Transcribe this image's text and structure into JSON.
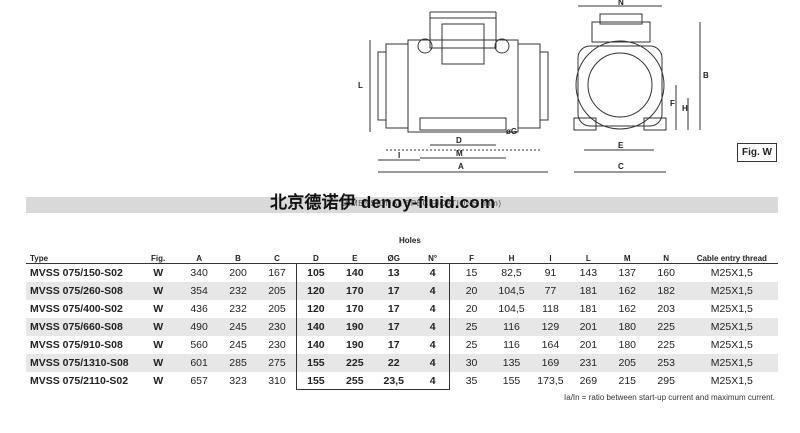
{
  "figure": {
    "label": "Fig. W",
    "dims": [
      "L",
      "I",
      "D",
      "M",
      "A",
      "øG",
      "N",
      "B",
      "F",
      "H",
      "E",
      "C"
    ]
  },
  "watermark": "北京德诺伊 denoy-fluid.com",
  "section_title": "DIMENSIONAL SPECIFICATIONS (mm)",
  "holes_header": "Holes",
  "columns": [
    "Type",
    "Fig.",
    "A",
    "B",
    "C",
    "D",
    "E",
    "ØG",
    "N°",
    "F",
    "H",
    "I",
    "L",
    "M",
    "N",
    "Cable entry thread"
  ],
  "rows": [
    [
      "MVSS 075/150-S02",
      "W",
      "340",
      "200",
      "167",
      "105",
      "140",
      "13",
      "4",
      "15",
      "82,5",
      "91",
      "143",
      "137",
      "160",
      "M25X1,5"
    ],
    [
      "MVSS 075/260-S08",
      "W",
      "354",
      "232",
      "205",
      "120",
      "170",
      "17",
      "4",
      "20",
      "104,5",
      "77",
      "181",
      "162",
      "182",
      "M25X1,5"
    ],
    [
      "MVSS 075/400-S02",
      "W",
      "436",
      "232",
      "205",
      "120",
      "170",
      "17",
      "4",
      "20",
      "104,5",
      "118",
      "181",
      "162",
      "203",
      "M25X1,5"
    ],
    [
      "MVSS 075/660-S08",
      "W",
      "490",
      "245",
      "230",
      "140",
      "190",
      "17",
      "4",
      "25",
      "116",
      "129",
      "201",
      "180",
      "225",
      "M25X1,5"
    ],
    [
      "MVSS 075/910-S08",
      "W",
      "560",
      "245",
      "230",
      "140",
      "190",
      "17",
      "4",
      "25",
      "116",
      "164",
      "201",
      "180",
      "225",
      "M25X1,5"
    ],
    [
      "MVSS 075/1310-S08",
      "W",
      "601",
      "285",
      "275",
      "155",
      "225",
      "22",
      "4",
      "30",
      "135",
      "169",
      "231",
      "205",
      "253",
      "M25X1,5"
    ],
    [
      "MVSS 075/2110-S02",
      "W",
      "657",
      "323",
      "310",
      "155",
      "255",
      "23,5",
      "4",
      "35",
      "155",
      "173,5",
      "269",
      "215",
      "295",
      "M25X1,5"
    ]
  ],
  "note": "Ia/In = ratio between start-up current and maximum current."
}
